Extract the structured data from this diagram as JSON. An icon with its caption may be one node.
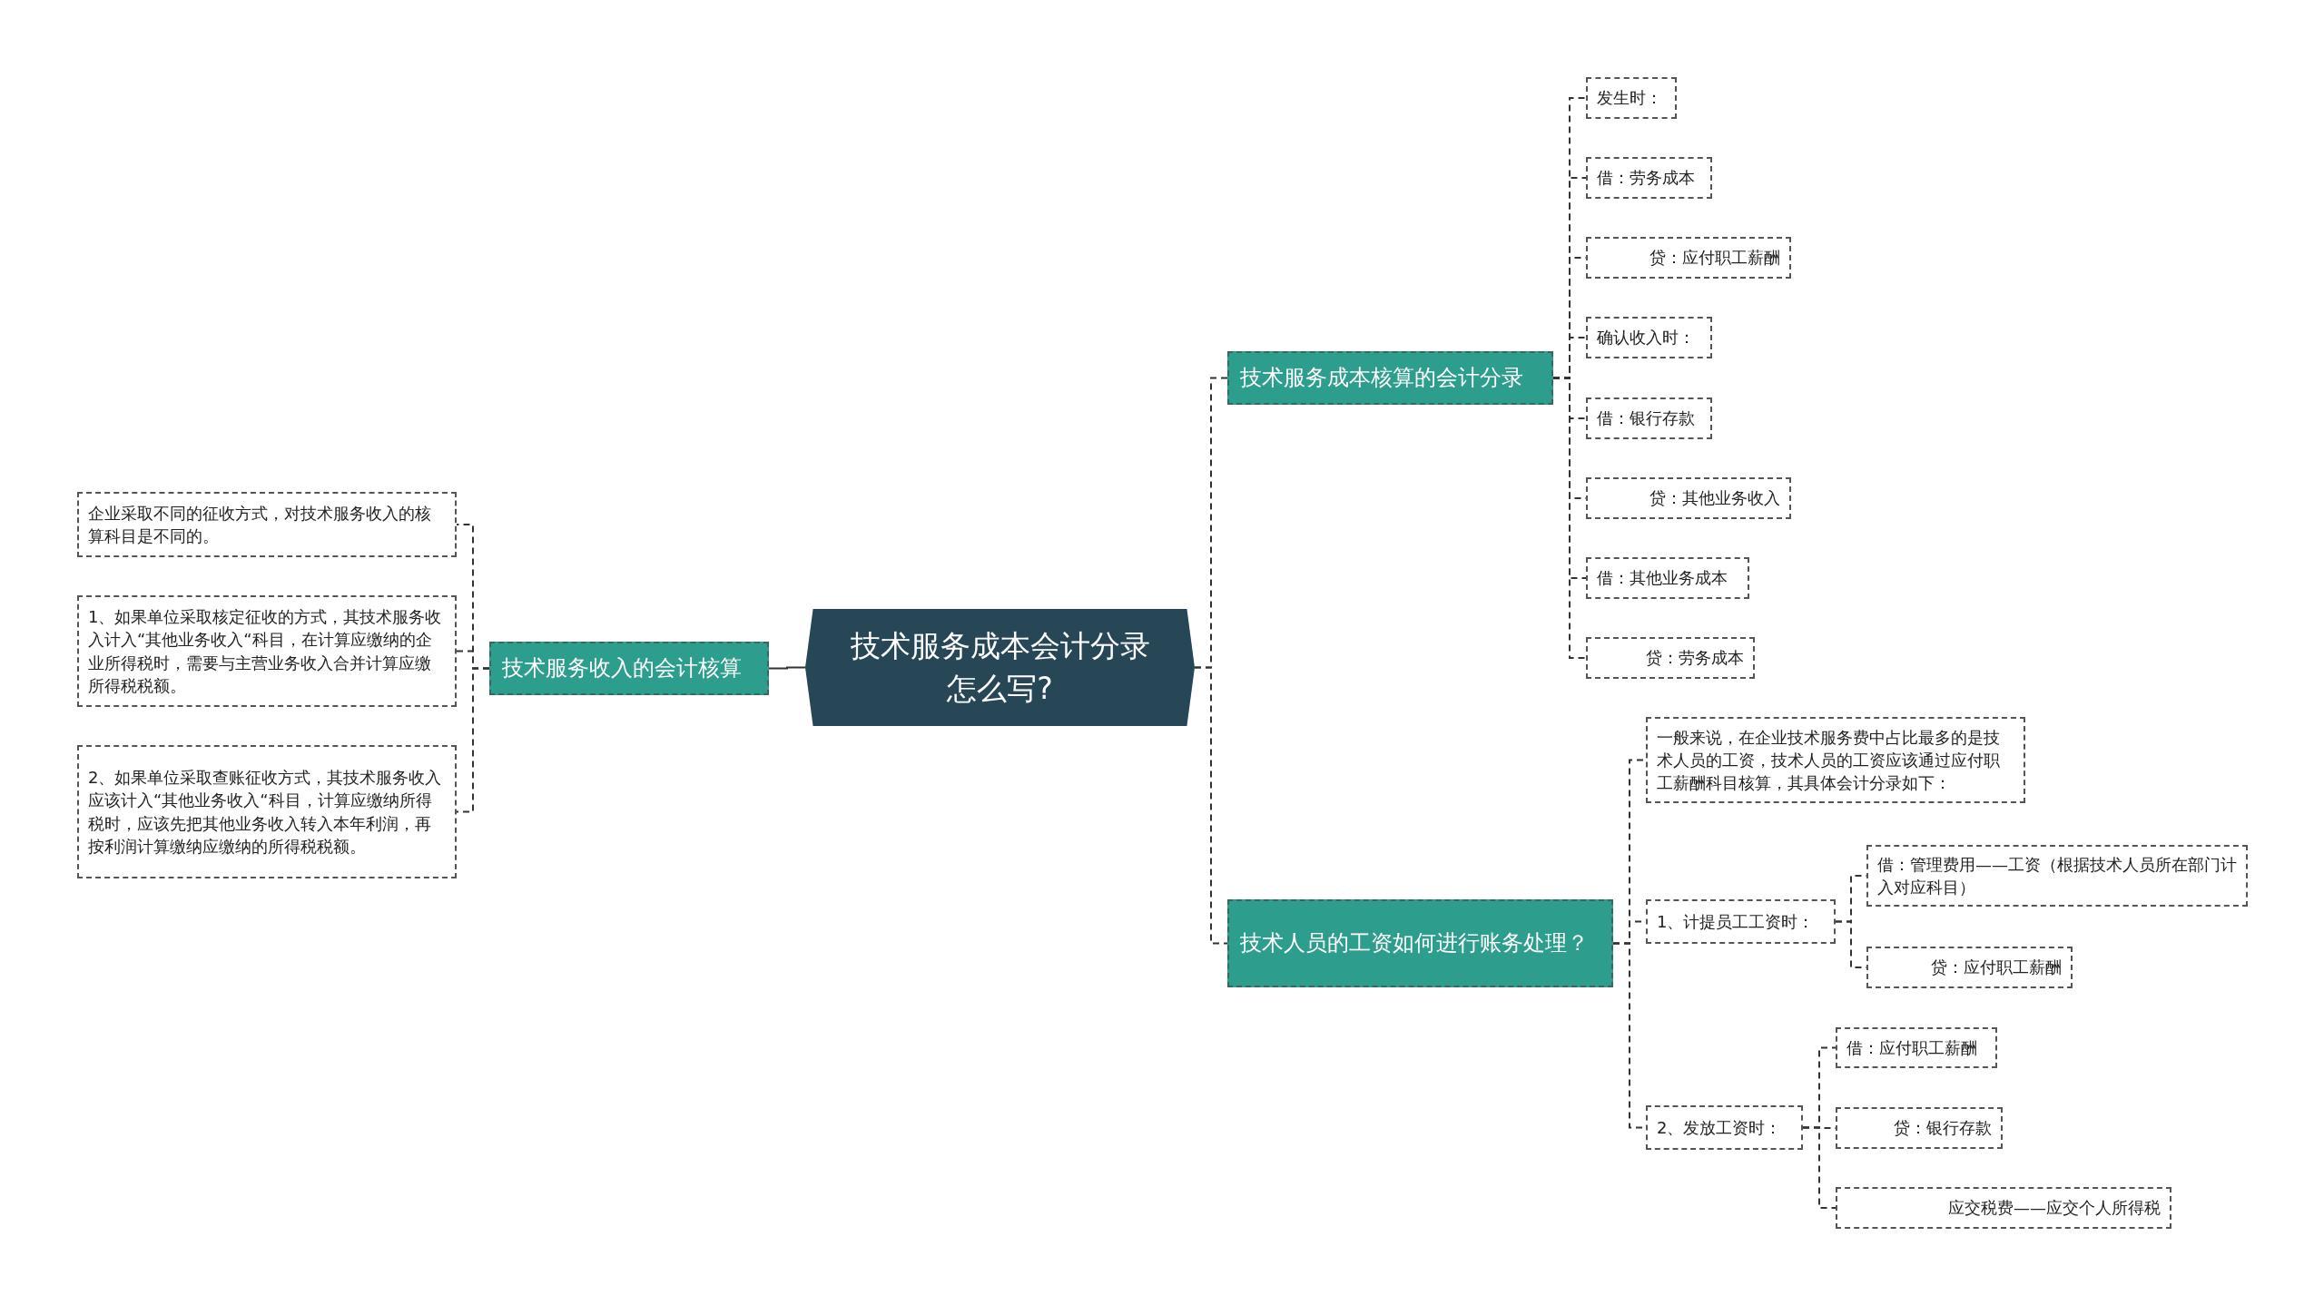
{
  "diagram": {
    "nodes": [
      {
        "text": [
          "技术服务成本会计分录怎么写?"
        ]
      },
      {
        "text": [
          "技术服务收入的会计核算"
        ]
      },
      {
        "text": [
          "企业采取不同的征收方式，对技术服务收入的核算科目是不同的。"
        ]
      },
      {
        "text": [
          "1、如果单位采取核定征收的方式，其技术服务收入计入“其他业务收入“科目，在计算应缴纳的企业所得税时，需要与主营业务收入合并计算应缴所得税税额。"
        ]
      },
      {
        "text": [
          "2、如果单位采取查账征收方式，其技术服务收入应该计入“其他业务收入“科目，计算应缴纳所得税时，应该先把其他业务收入转入本年利润，再按利润计算缴纳应缴纳的所得税税额。"
        ]
      },
      {
        "text": [
          "技术服务成本核算的会计分录"
        ]
      },
      {
        "text": [
          "发生时："
        ]
      },
      {
        "text": [
          "借：劳务成本"
        ]
      },
      {
        "text": [
          "贷：应付职工薪酬"
        ]
      },
      {
        "text": [
          "确认收入时："
        ]
      },
      {
        "text": [
          "借：银行存款"
        ]
      },
      {
        "text": [
          "贷：其他业务收入"
        ]
      },
      {
        "text": [
          "借：其他业务成本"
        ]
      },
      {
        "text": [
          "贷：劳务成本"
        ]
      },
      {
        "text": [
          "技术人员的工资如何进行账务处理？"
        ]
      },
      {
        "text": [
          "一般来说，在企业技术服务费中占比最多的是技术人员的工资，技术人员的工资应该通过应付职工薪酬科目核算，其具体会计分录如下："
        ]
      },
      {
        "text": [
          "1、计提员工工资时："
        ]
      },
      {
        "text": [
          "借：管理费用——工资（根据技术人员所在部门计入对应科目）"
        ]
      },
      {
        "text": [
          "贷：应付职工薪酬"
        ]
      },
      {
        "text": [
          "2、发放工资时："
        ]
      },
      {
        "text": [
          "借：应付职工薪酬"
        ]
      },
      {
        "text": [
          "贷：银行存款"
        ]
      },
      {
        "text": [
          "应交税费——应交个人所得税"
        ]
      }
    ],
    "edges": [
      {
        "from": 0,
        "to": 1,
        "arrow": "none"
      },
      {
        "from": 1,
        "to": 2,
        "arrow": "none",
        "style": "dashed"
      },
      {
        "from": 1,
        "to": 3,
        "arrow": "none",
        "style": "dashed"
      },
      {
        "from": 1,
        "to": 4,
        "arrow": "none",
        "style": "dashed"
      },
      {
        "from": 0,
        "to": 5,
        "arrow": "none",
        "style": "dashed"
      },
      {
        "from": 5,
        "to": 6,
        "arrow": "none",
        "style": "dashed"
      },
      {
        "from": 5,
        "to": 7,
        "arrow": "none",
        "style": "dashed"
      },
      {
        "from": 5,
        "to": 8,
        "arrow": "none",
        "style": "dashed"
      },
      {
        "from": 5,
        "to": 9,
        "arrow": "none",
        "style": "dashed"
      },
      {
        "from": 5,
        "to": 10,
        "arrow": "none",
        "style": "dashed"
      },
      {
        "from": 5,
        "to": 11,
        "arrow": "none",
        "style": "dashed"
      },
      {
        "from": 5,
        "to": 12,
        "arrow": "none",
        "style": "dashed"
      },
      {
        "from": 5,
        "to": 13,
        "arrow": "none",
        "style": "dashed"
      },
      {
        "from": 0,
        "to": 14,
        "arrow": "none",
        "style": "dashed"
      },
      {
        "from": 14,
        "to": 15,
        "arrow": "none",
        "style": "dashed"
      },
      {
        "from": 14,
        "to": 16,
        "arrow": "none",
        "style": "dashed"
      },
      {
        "from": 14,
        "to": 19,
        "arrow": "none",
        "style": "dashed"
      },
      {
        "from": 16,
        "to": 17,
        "arrow": "none",
        "style": "dashed"
      },
      {
        "from": 16,
        "to": 18,
        "arrow": "none",
        "style": "dashed"
      },
      {
        "from": 19,
        "to": 20,
        "arrow": "none",
        "style": "dashed"
      },
      {
        "from": 19,
        "to": 21,
        "arrow": "none",
        "style": "dashed"
      },
      {
        "from": 19,
        "to": 22,
        "arrow": "none",
        "style": "dashed"
      }
    ]
  }
}
